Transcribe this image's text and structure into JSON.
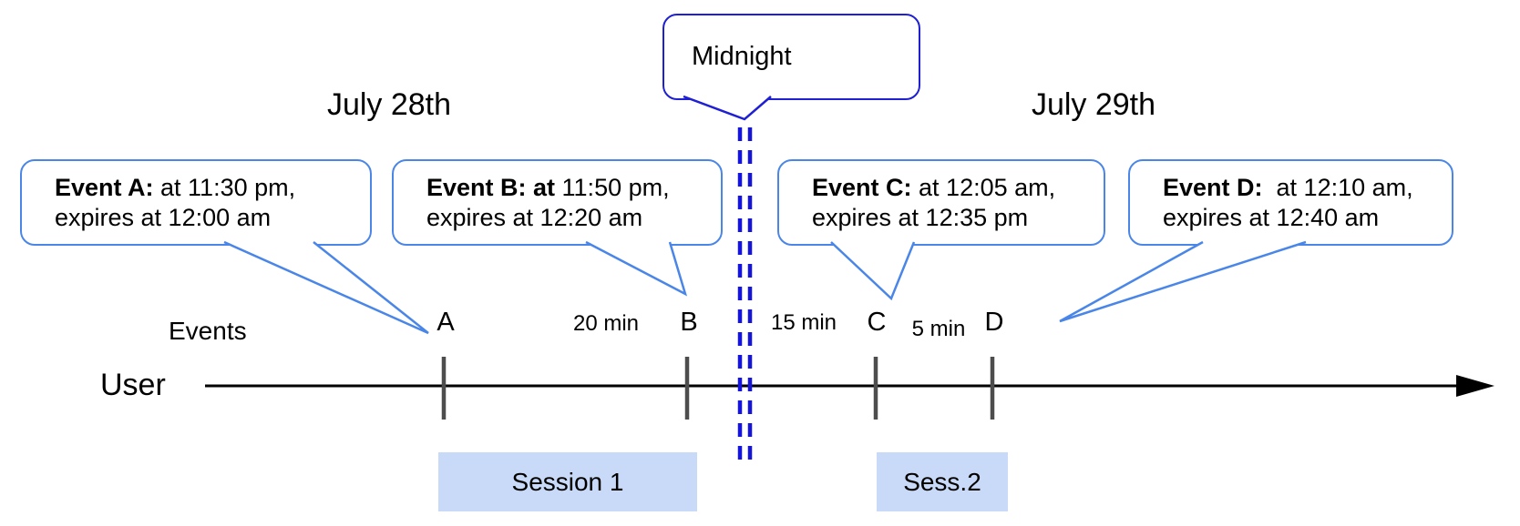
{
  "dates": {
    "left": "July 28th",
    "right": "July 29th"
  },
  "midnight_callout": {
    "label": "Midnight"
  },
  "event_callouts": [
    {
      "bold": "Event A:",
      "time": " at 11:30 pm,",
      "line2": "expires at 12:00 am"
    },
    {
      "bold": "Event B: at",
      "time": " 11:50 pm,",
      "line2": "expires at 12:20 am"
    },
    {
      "bold": "Event C:",
      "time": " at 12:05 am,",
      "line2": "expires at 12:35 pm"
    },
    {
      "bold": "Event D:",
      "time": "  at 12:10 am,",
      "line2": "expires at 12:40 am"
    }
  ],
  "axis": {
    "row_label": "Events",
    "user_label": "User"
  },
  "ticks": [
    "A",
    "B",
    "C",
    "D"
  ],
  "intervals": [
    {
      "label": "20 min"
    },
    {
      "label": "15 min"
    },
    {
      "label": "5 min"
    }
  ],
  "sessions": [
    {
      "label": "Session 1"
    },
    {
      "label": "Sess.2"
    }
  ],
  "colors": {
    "event_callout_border": "#4a86e8",
    "midnight_border": "#1f1fd4",
    "midnight_dashes": "#1414dd",
    "session_fill": "#c9daf8",
    "tick": "#4d4d4d",
    "timeline": "#000000"
  }
}
